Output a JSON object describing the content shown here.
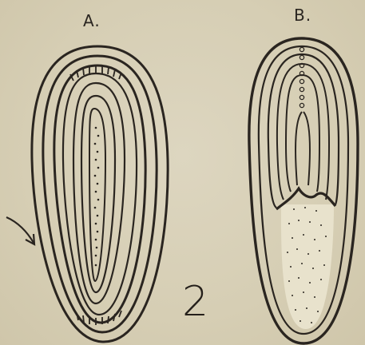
{
  "figure": {
    "number": "2",
    "panel_a": {
      "label": "A."
    },
    "panel_b": {
      "label": "B."
    }
  },
  "colors": {
    "ink": "#2a2520",
    "paper": "#d8d0b8"
  }
}
